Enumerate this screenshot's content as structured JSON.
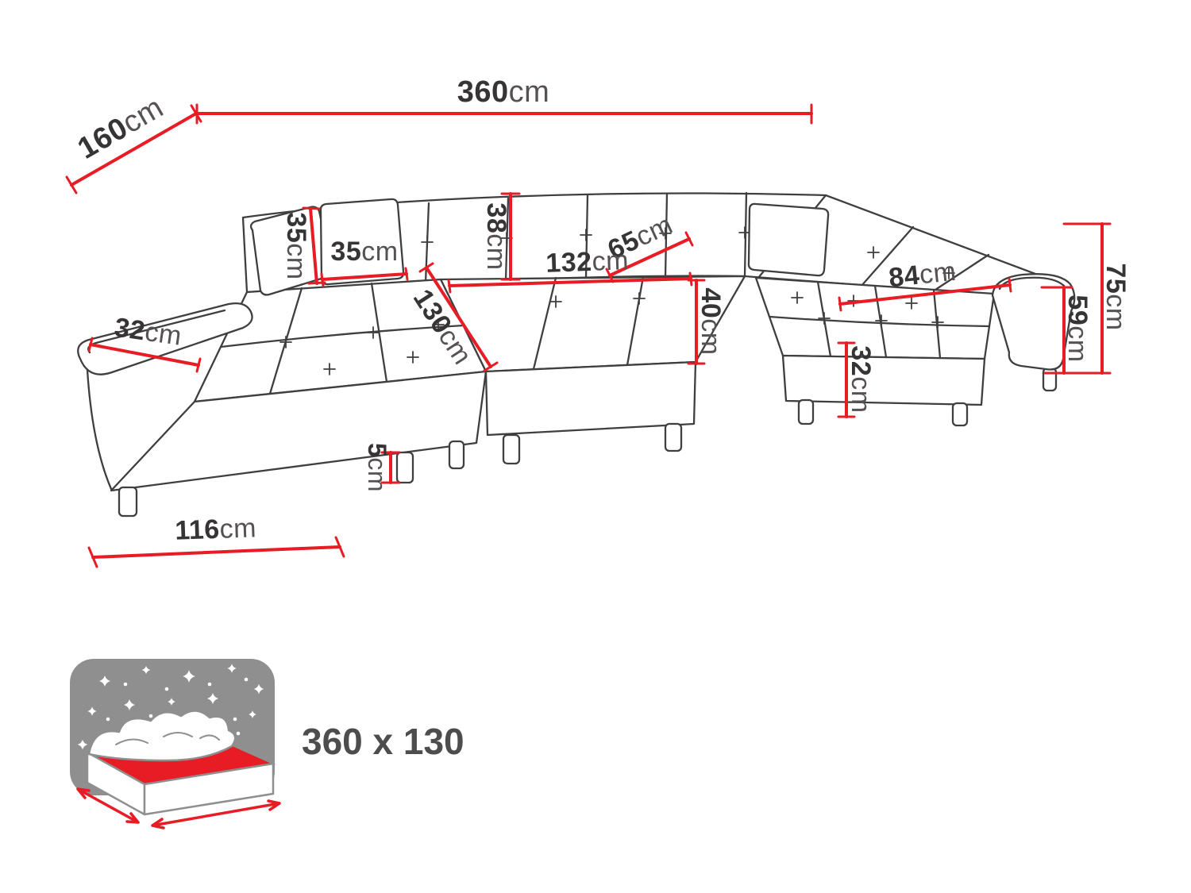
{
  "colors": {
    "dimension_red": "#e81c24",
    "outline": "#3f3f3f",
    "label_value": "#373435",
    "label_unit": "#565253",
    "icon_gray": "#8f8f8f",
    "sleeping_text": "#4d4d4d"
  },
  "dims": {
    "total_width": {
      "value": "360",
      "unit": "cm"
    },
    "total_depth": {
      "value": "160",
      "unit": "cm"
    },
    "pillow_height": {
      "value": "35",
      "unit": "cm"
    },
    "pillow_width": {
      "value": "35",
      "unit": "cm"
    },
    "backrest_height": {
      "value": "38",
      "unit": "cm"
    },
    "seat_depth": {
      "value": "65",
      "unit": "cm"
    },
    "center_seat_width": {
      "value": "132",
      "unit": "cm"
    },
    "left_chaise_length": {
      "value": "130",
      "unit": "cm"
    },
    "right_seat_length": {
      "value": "84",
      "unit": "cm"
    },
    "seat_height": {
      "value": "40",
      "unit": "cm"
    },
    "left_armrest_width": {
      "value": "32",
      "unit": "cm"
    },
    "right_front_height": {
      "value": "32",
      "unit": "cm"
    },
    "total_height": {
      "value": "75",
      "unit": "cm"
    },
    "armrest_height": {
      "value": "59",
      "unit": "cm"
    },
    "leg_height": {
      "value": "5",
      "unit": "cm"
    },
    "left_chaise_width": {
      "value": "116",
      "unit": "cm"
    }
  },
  "sleeping": {
    "label": "360 x 130"
  }
}
